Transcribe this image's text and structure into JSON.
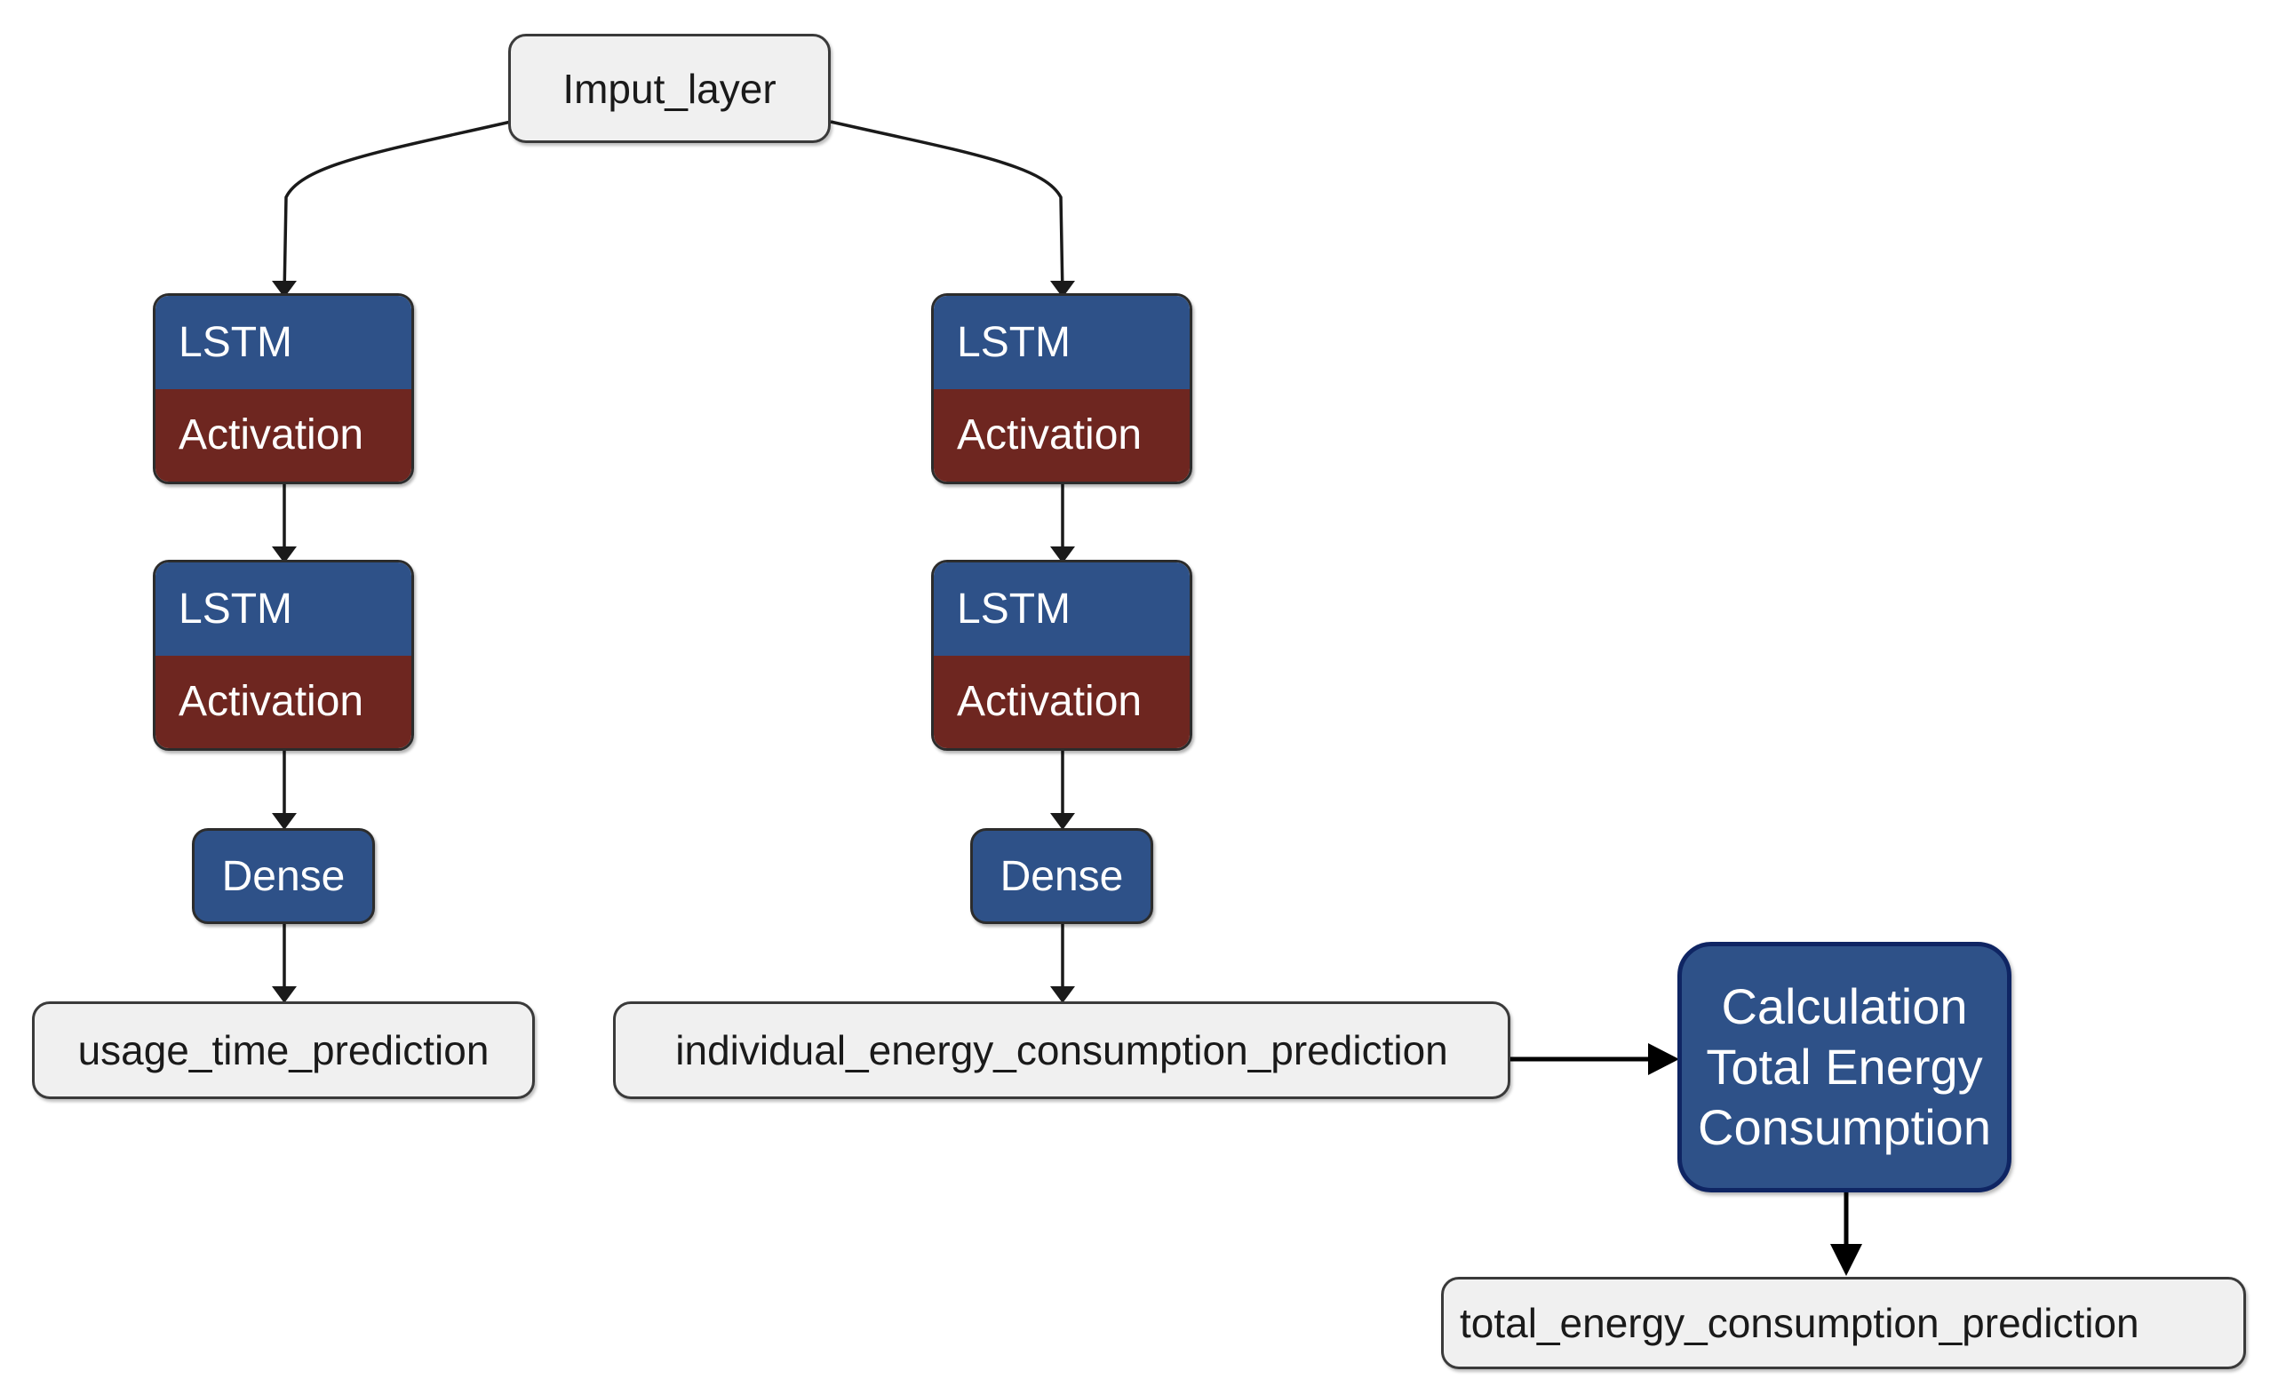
{
  "nodes": {
    "input_layer": "Imput_layer",
    "left_branch": {
      "block1": {
        "top": "LSTM",
        "bottom": "Activation"
      },
      "block2": {
        "top": "LSTM",
        "bottom": "Activation"
      },
      "dense": "Dense",
      "output": "usage_time_prediction"
    },
    "right_branch": {
      "block1": {
        "top": "LSTM",
        "bottom": "Activation"
      },
      "block2": {
        "top": "LSTM",
        "bottom": "Activation"
      },
      "dense": "Dense",
      "output": "individual_energy_consumption_prediction"
    },
    "calculation": {
      "line1": "Calculation",
      "line2": "Total Energy",
      "line3": "Consumption"
    },
    "final_output": "total_energy_consumption_prediction"
  },
  "colors": {
    "lstm_blue": "#2e5188",
    "activation_red": "#6e2620",
    "calc_border": "#0f2563",
    "box_grey": "#f0f0f0"
  }
}
